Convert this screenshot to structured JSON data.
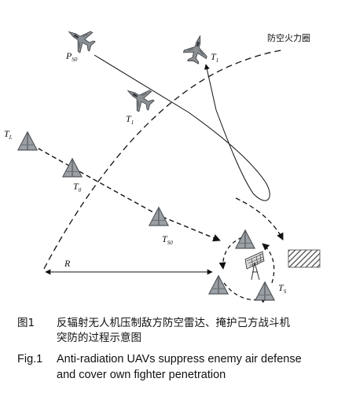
{
  "figure": {
    "labels": {
      "ps0": "P",
      "ps0_sub": "S0",
      "t1_top": "T",
      "t1_top_sub": "1",
      "t1_mid": "T",
      "t1_mid_sub": "1",
      "tl": "T",
      "tl_sub": "L",
      "t0": "T",
      "t0_sub": "0",
      "ts0": "T",
      "ts0_sub": "S0",
      "ts": "T",
      "ts_sub": "S",
      "r": "R",
      "zone": "防空火力圈"
    }
  },
  "caption": {
    "cn_number": "图1",
    "cn_line1": "反辐射无人机压制敌方防空雷达、掩护己方战斗机",
    "cn_line2": "突防的过程示意图",
    "en_number": "Fig.1",
    "en_line1": "Anti-radiation UAVs suppress enemy air defense",
    "en_line2": "and cover own fighter penetration"
  }
}
